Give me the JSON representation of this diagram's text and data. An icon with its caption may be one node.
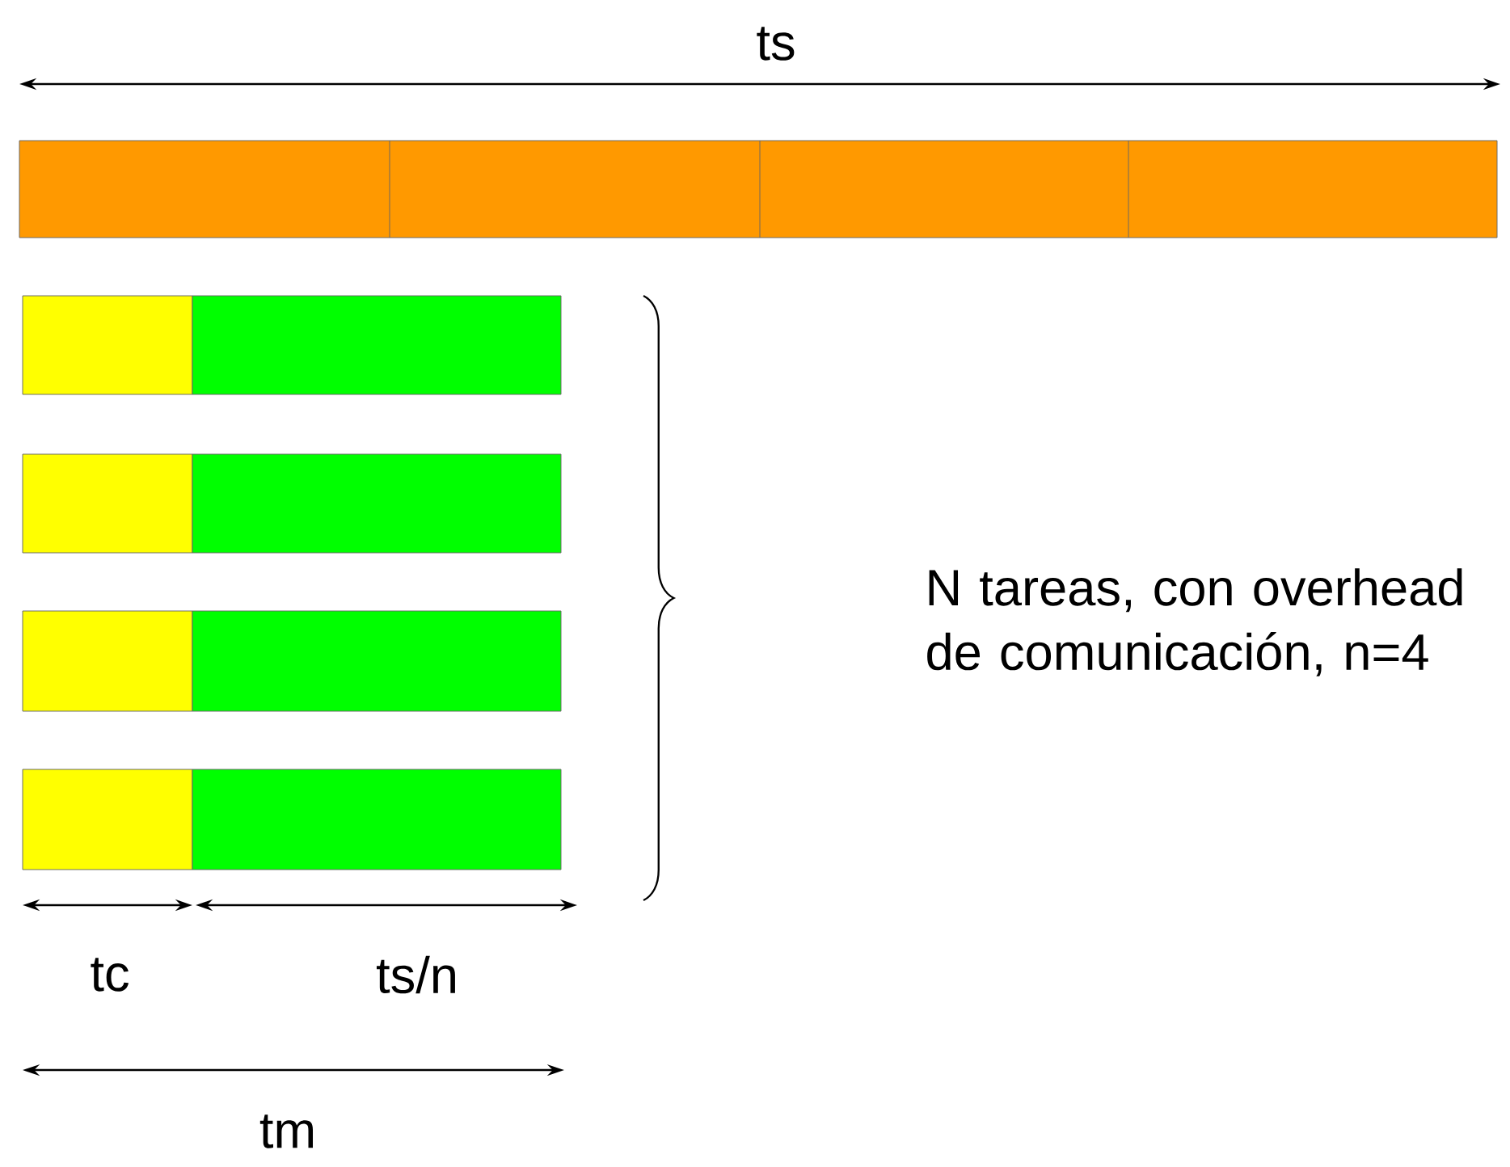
{
  "diagram": {
    "labels": [
      "ts",
      "N tareas, con overhead de comunicación, n=4",
      "tc",
      "ts/n",
      "tm"
    ]
  }
}
